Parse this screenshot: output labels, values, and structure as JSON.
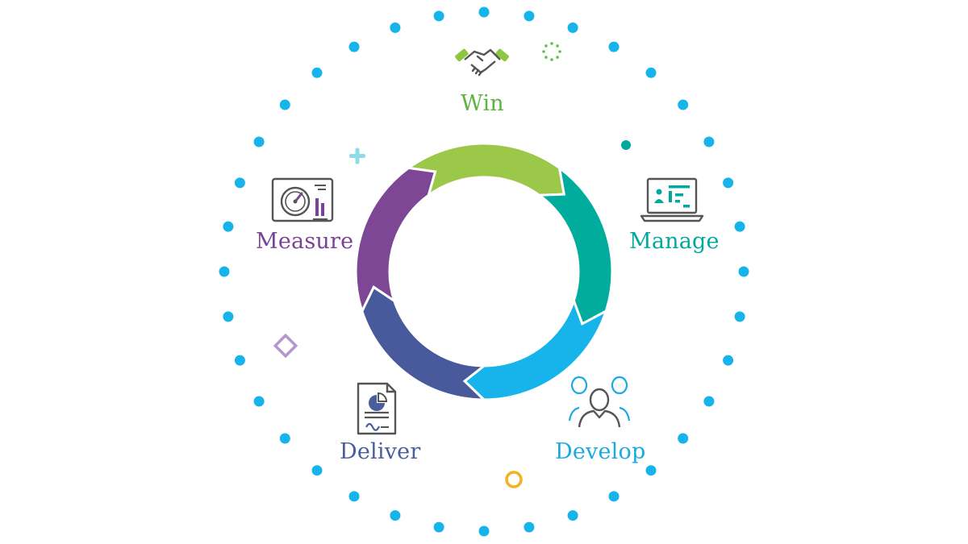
{
  "stages": [
    {
      "key": "win",
      "label": "Win",
      "color": "#8dc63f",
      "icon": "handshake-icon"
    },
    {
      "key": "manage",
      "label": "Manage",
      "color": "#00a99d",
      "icon": "laptop-dashboard-icon"
    },
    {
      "key": "develop",
      "label": "Develop",
      "color": "#1ba9e1",
      "icon": "team-people-icon"
    },
    {
      "key": "deliver",
      "label": "Deliver",
      "color": "#4a5e9c",
      "icon": "report-document-icon"
    },
    {
      "key": "measure",
      "label": "Measure",
      "color": "#7b4397",
      "icon": "gauge-dashboard-icon"
    }
  ],
  "ring_colors": [
    "#9cc84a",
    "#00ad9c",
    "#16b4ea",
    "#485a9c",
    "#7e4796"
  ],
  "dot_color": "#16b4ea",
  "decorations": {
    "plus_color": "#8fdbe8",
    "diamond_color": "#b497cc",
    "ring_color": "#f5b120",
    "teal_dot_color": "#00a99d",
    "dotted_circle_color": "#5bc249"
  }
}
